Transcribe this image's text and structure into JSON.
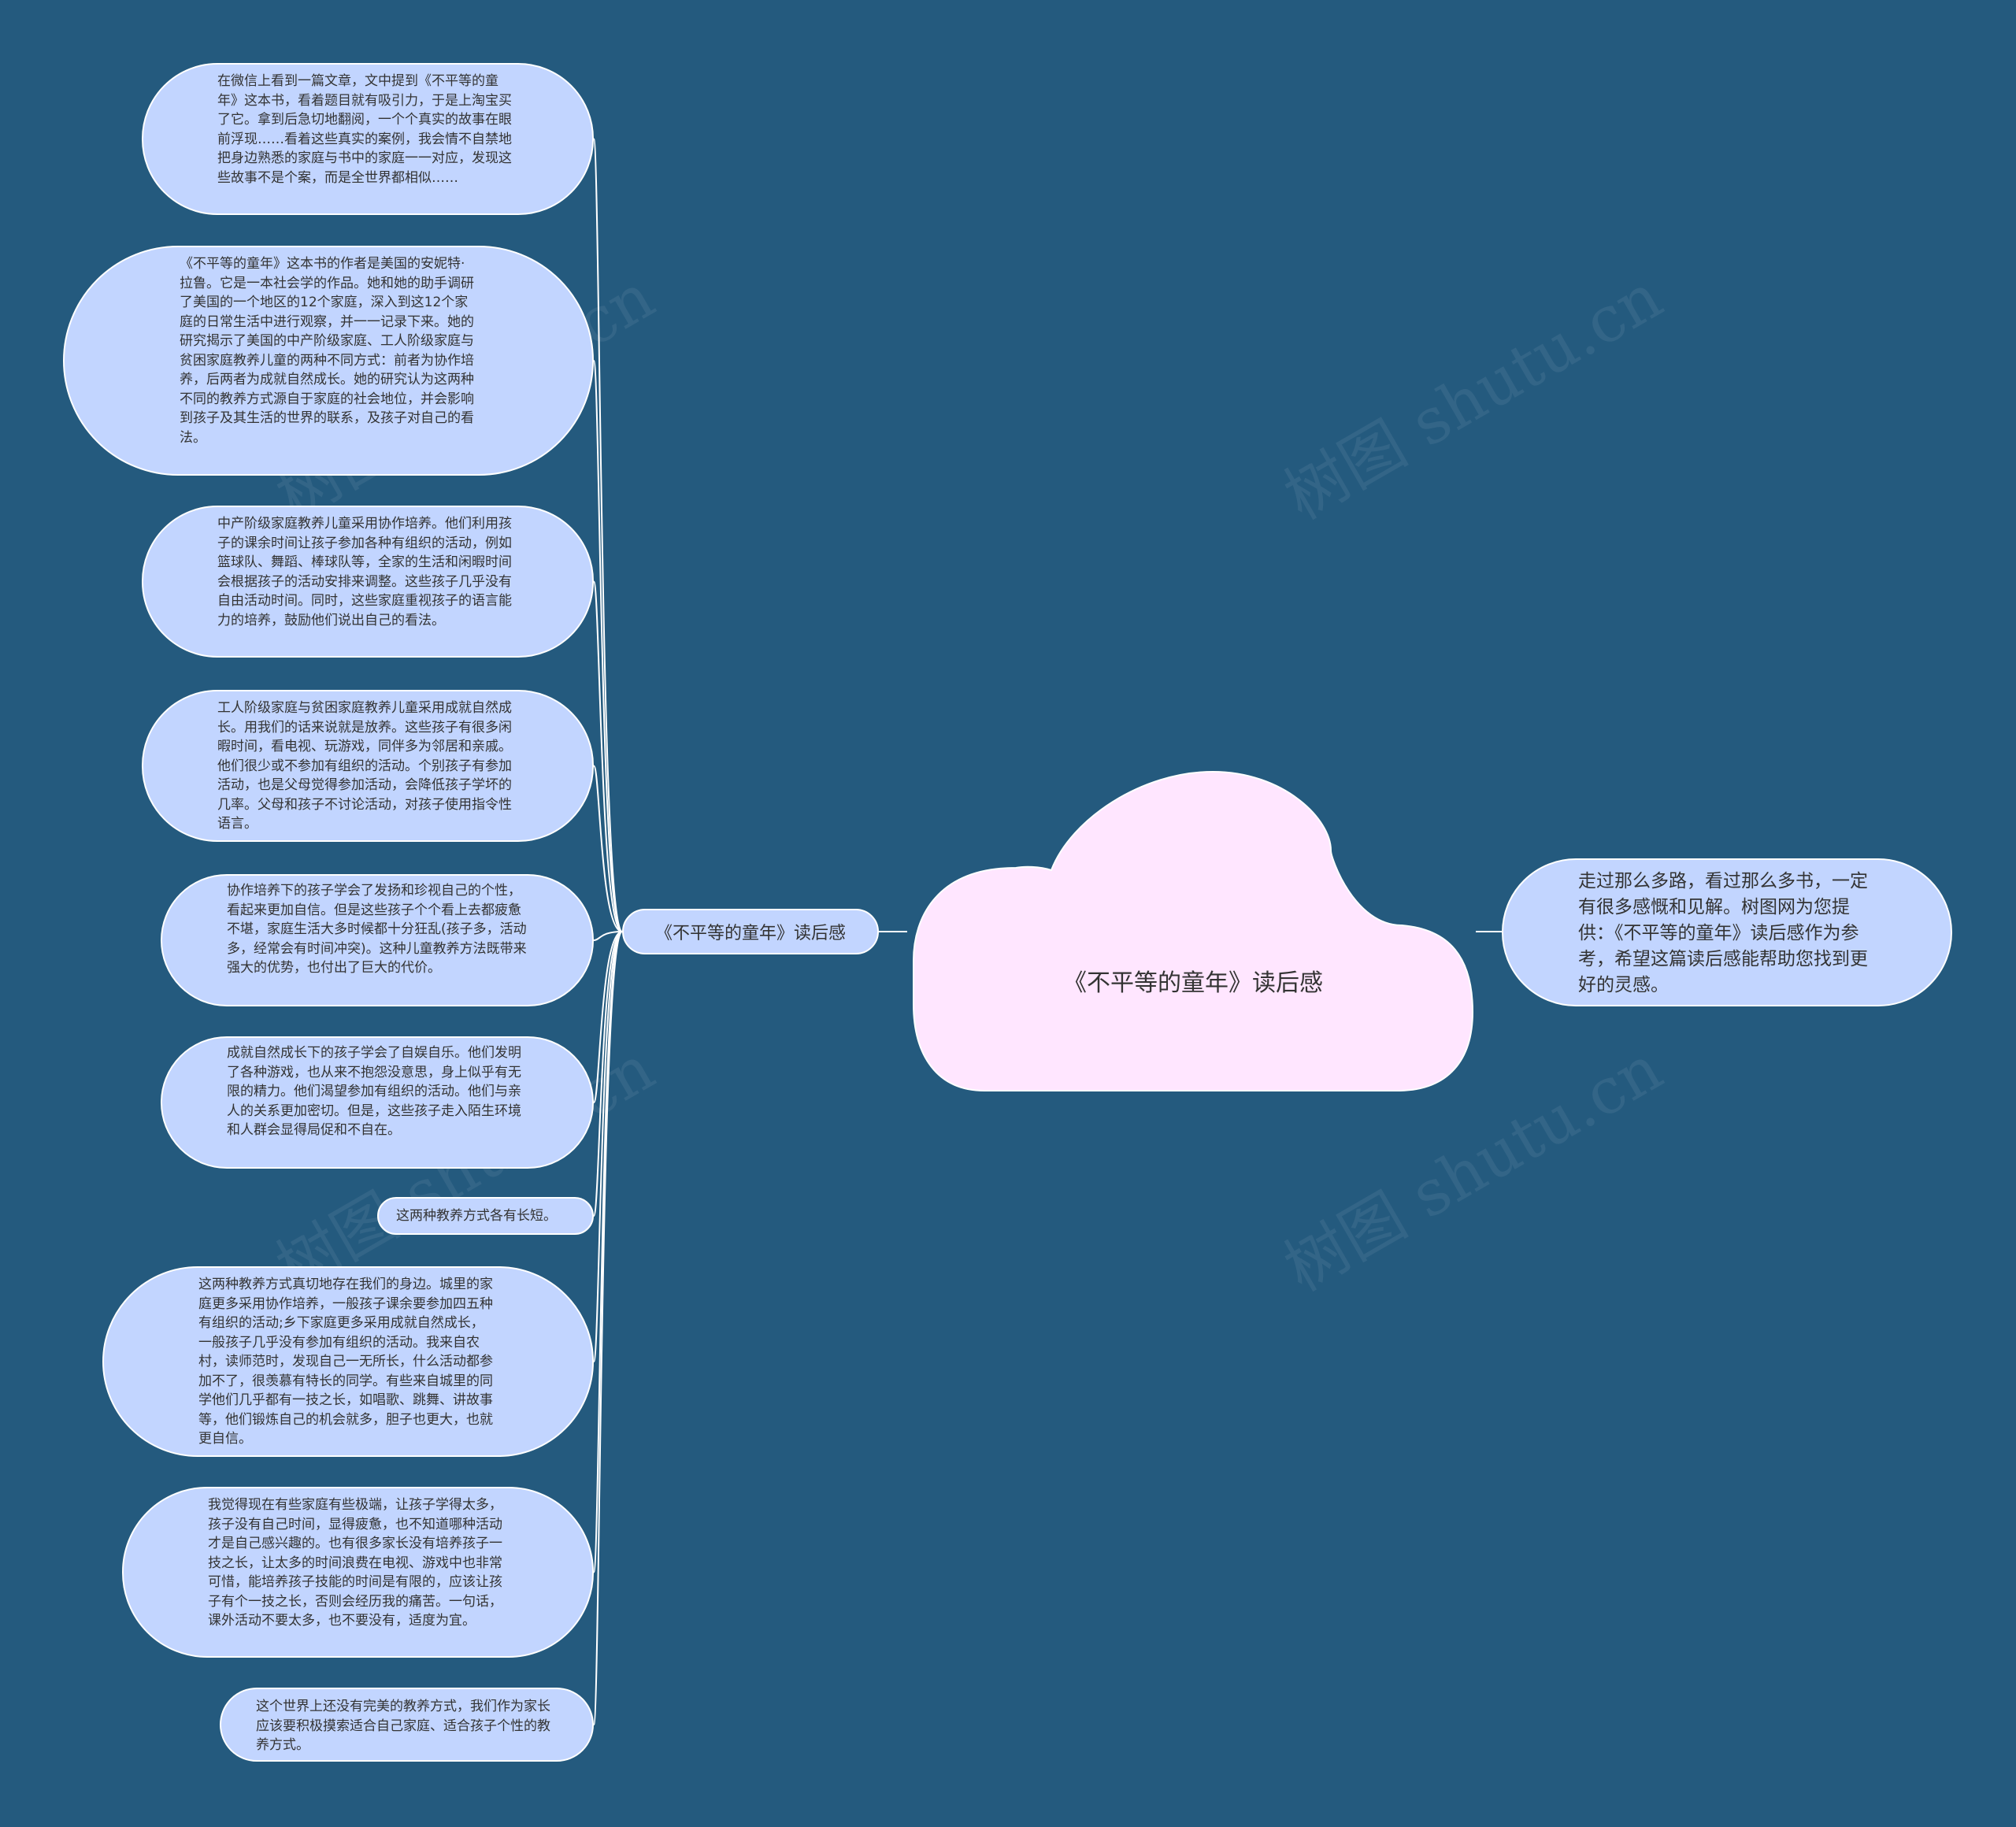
{
  "colors": {
    "background": "#245a7e",
    "node_fill": "#c2d5ff",
    "cloud_fill": "#ffe6ff",
    "connector": "#ffffff",
    "text": "#333333"
  },
  "central": {
    "label": "《不平等的童年》读后感"
  },
  "branch": {
    "label": "《不平等的童年》读后感"
  },
  "right_node": {
    "text": "走过那么多路，看过那么多书，一定有很多感慨和见解。树图网为您提供：《不平等的童年》读后感作为参考，希望这篇读后感能帮助您找到更好的灵感。"
  },
  "leaves": [
    {
      "text": "在微信上看到一篇文章，文中提到《不平等的童年》这本书，看着题目就有吸引力，于是上淘宝买了它。拿到后急切地翻阅，一个个真实的故事在眼前浮现……看着这些真实的案例，我会情不自禁地把身边熟悉的家庭与书中的家庭一一对应，发现这些故事不是个案，而是全世界都相似……"
    },
    {
      "text": "《不平等的童年》这本书的作者是美国的安妮特·拉鲁。它是一本社会学的作品。她和她的助手调研了美国的一个地区的12个家庭，深入到这12个家庭的日常生活中进行观察，并一一记录下来。她的研究揭示了美国的中产阶级家庭、工人阶级家庭与贫困家庭教养儿童的两种不同方式：前者为协作培养，后两者为成就自然成长。她的研究认为这两种不同的教养方式源自于家庭的社会地位，并会影响到孩子及其生活的世界的联系，及孩子对自己的看法。"
    },
    {
      "text": "中产阶级家庭教养儿童采用协作培养。他们利用孩子的课余时间让孩子参加各种有组织的活动，例如篮球队、舞蹈、棒球队等，全家的生活和闲暇时间会根据孩子的活动安排来调整。这些孩子几乎没有自由活动时间。同时，这些家庭重视孩子的语言能力的培养，鼓励他们说出自己的看法。"
    },
    {
      "text": "工人阶级家庭与贫困家庭教养儿童采用成就自然成长。用我们的话来说就是放养。这些孩子有很多闲暇时间，看电视、玩游戏，同伴多为邻居和亲戚。他们很少或不参加有组织的活动。个别孩子有参加活动，也是父母觉得参加活动，会降低孩子学坏的几率。父母和孩子不讨论活动，对孩子使用指令性语言。"
    },
    {
      "text": "协作培养下的孩子学会了发扬和珍视自己的个性，看起来更加自信。但是这些孩子个个看上去都疲惫不堪，家庭生活大多时候都十分狂乱(孩子多，活动多，经常会有时间冲突)。这种儿童教养方法既带来强大的优势，也付出了巨大的代价。"
    },
    {
      "text": "成就自然成长下的孩子学会了自娱自乐。他们发明了各种游戏，也从来不抱怨没意思，身上似乎有无限的精力。他们渴望参加有组织的活动。他们与亲人的关系更加密切。但是，这些孩子走入陌生环境和人群会显得局促和不自在。"
    },
    {
      "text": "这两种教养方式各有长短。"
    },
    {
      "text": "这两种教养方式真切地存在我们的身边。城里的家庭更多采用协作培养，一般孩子课余要参加四五种有组织的活动;乡下家庭更多采用成就自然成长，一般孩子几乎没有参加有组织的活动。我来自农村，读师范时，发现自己一无所长，什么活动都参加不了，很羡慕有特长的同学。有些来自城里的同学他们几乎都有一技之长，如唱歌、跳舞、讲故事等，他们锻炼自己的机会就多，胆子也更大，也就更自信。"
    },
    {
      "text": "我觉得现在有些家庭有些极端，让孩子学得太多，孩子没有自己时间，显得疲惫，也不知道哪种活动才是自己感兴趣的。也有很多家长没有培养孩子一技之长，让太多的时间浪费在电视、游戏中也非常可惜，能培养孩子技能的时间是有限的，应该让孩子有个一技之长，否则会经历我的痛苦。一句话，课外活动不要太多，也不要没有，适度为宜。"
    },
    {
      "text": "这个世界上还没有完美的教养方式，我们作为家长应该要积极摸索适合自己家庭、适合孩子个性的教养方式。"
    }
  ],
  "watermarks": [
    "树图 shutu.cn",
    "树图 shutu.cn",
    "树图 shutu.cn",
    "树图 shutu.cn"
  ]
}
